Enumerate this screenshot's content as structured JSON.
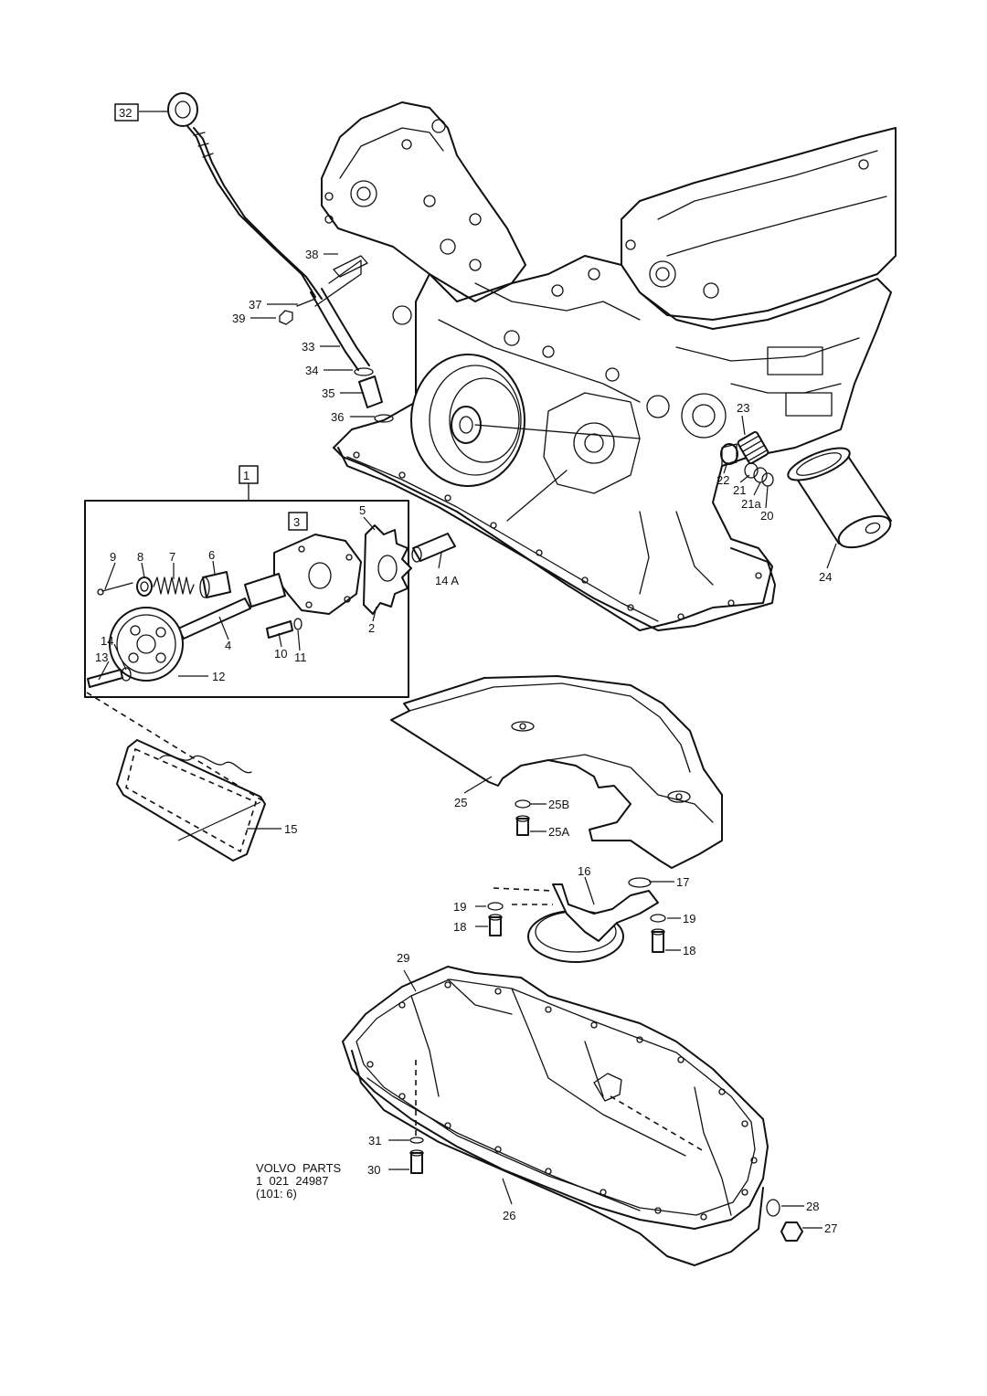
{
  "labels": {
    "l1": "1",
    "l2": "2",
    "l3": "3",
    "l4": "4",
    "l5": "5",
    "l6": "6",
    "l7": "7",
    "l8": "8",
    "l9": "9",
    "l10": "10",
    "l11": "11",
    "l12": "12",
    "l13": "13",
    "l14": "14",
    "l14a": "14 A",
    "l15": "15",
    "l16": "16",
    "l17": "17",
    "l18a": "18",
    "l18b": "18",
    "l19a": "19",
    "l19b": "19",
    "l20": "20",
    "l21": "21",
    "l21a": "21a",
    "l22": "22",
    "l23": "23",
    "l24": "24",
    "l25": "25",
    "l25a": "25A",
    "l25b": "25B",
    "l26": "26",
    "l27": "27",
    "l28": "28",
    "l29": "29",
    "l30": "30",
    "l31": "31",
    "l32": "32",
    "l33": "33",
    "l34": "34",
    "l35": "35",
    "l36": "36",
    "l37": "37",
    "l38": "38",
    "l39": "39"
  },
  "footer": {
    "line1": "VOLVO  PARTS",
    "line2": "1  021  24987",
    "line3": "(101: 6)"
  }
}
